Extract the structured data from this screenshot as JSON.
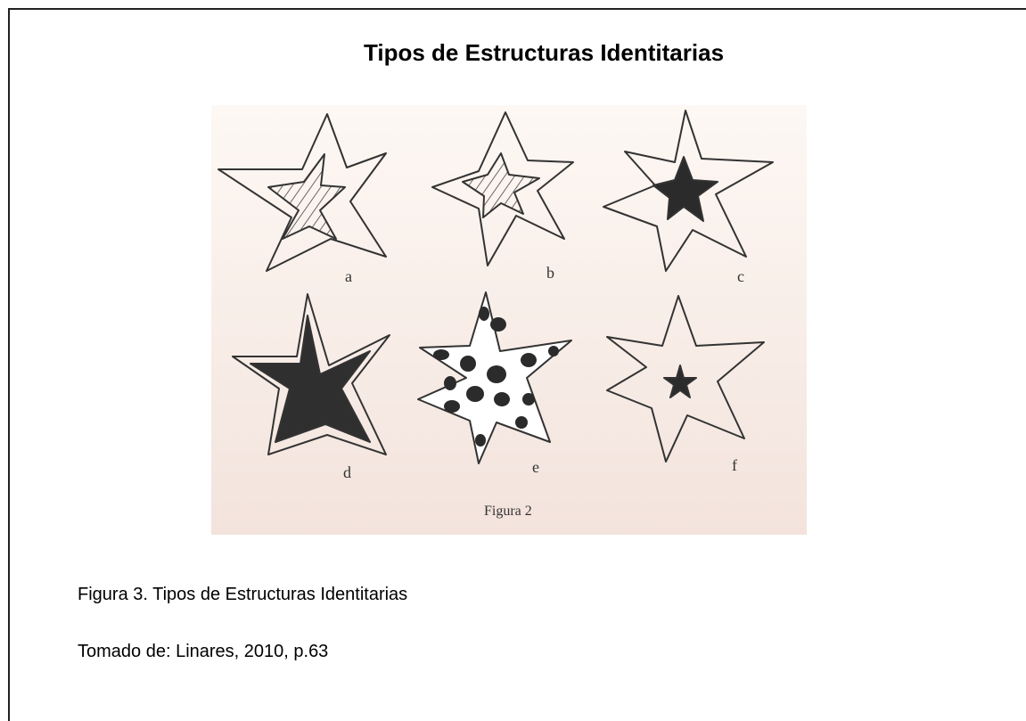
{
  "document": {
    "title": "Tipos de Estructuras Identitarias",
    "caption": "Figura 3. Tipos de Estructuras Identitarias",
    "source": "Tomado de: Linares, 2010, p.63"
  },
  "figure": {
    "labels": [
      "a",
      "b",
      "c",
      "d",
      "e",
      "f"
    ],
    "inner_caption": "Figura 2",
    "paper_color": "#faf3ee",
    "ink_color": "#333333"
  }
}
